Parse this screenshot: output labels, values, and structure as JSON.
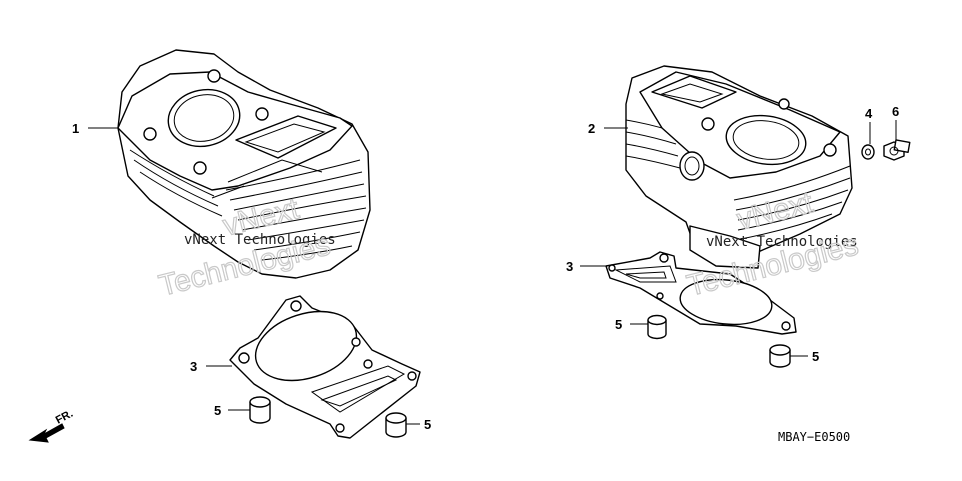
{
  "callouts": {
    "c1": "1",
    "c2": "2",
    "c3a": "3",
    "c3b": "3",
    "c4": "4",
    "c5a": "5",
    "c5b": "5",
    "c5c": "5",
    "c5d": "5",
    "c6": "6"
  },
  "diagram_code": "MBAY−E0500",
  "direction_label": "FR.",
  "watermark": {
    "left_line1": "vNext Technologies",
    "left_line2": "Technologies",
    "right_line1": "vNext Technologies",
    "right_line2": "Technologies",
    "left_top": "vNext",
    "right_top": "vNext"
  }
}
